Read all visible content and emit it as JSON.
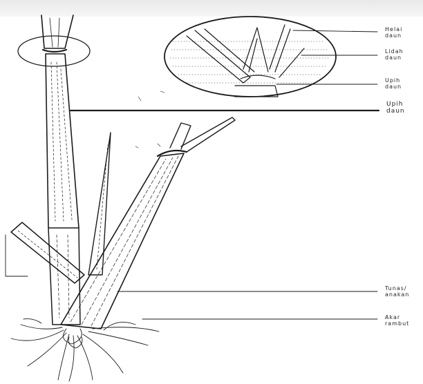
{
  "labels": {
    "helai_daun": {
      "line1": "Helai",
      "line2": "daun"
    },
    "lidah_daun": {
      "line1": "Lidah",
      "line2": "daun"
    },
    "upih_daun_top": {
      "line1": "Upih",
      "line2": "daun"
    },
    "upih_daun_main": {
      "line1": "Upih",
      "line2": "daun"
    },
    "tunas_anakan": {
      "line1": "Tunas/",
      "line2": "anakan"
    },
    "akar_rambut": {
      "line1": "Akar",
      "line2": "rambut"
    }
  },
  "colors": {
    "ink": "#1a1a1a",
    "paper": "#ffffff",
    "watermark": "#e6e6e6"
  }
}
